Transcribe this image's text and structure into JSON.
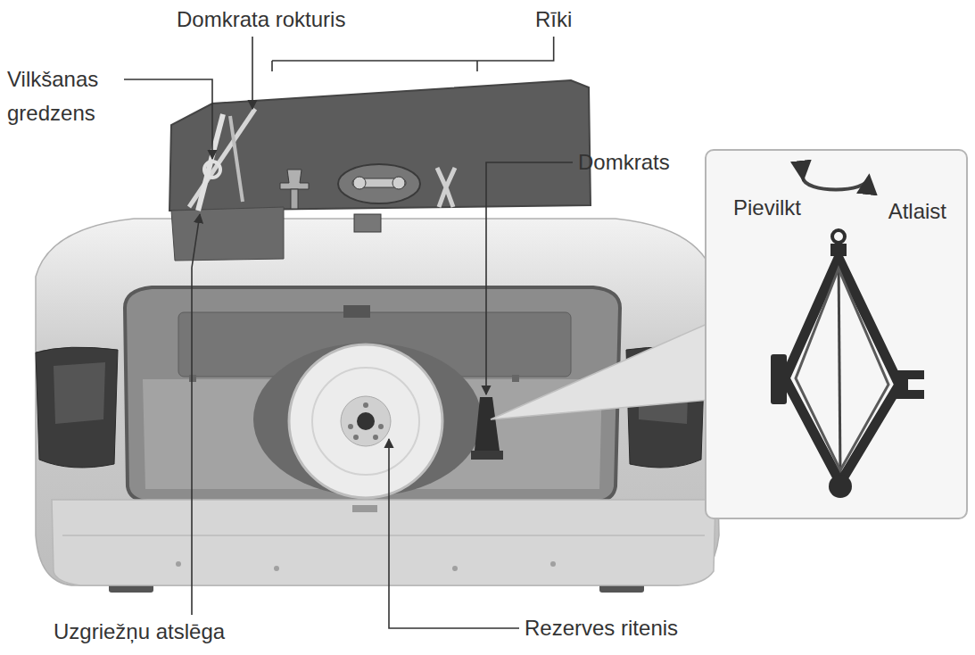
{
  "diagram": {
    "nodes": [
      {
        "text": [
          "Pievilkt",
          "Atlaist"
        ]
      }
    ],
    "labels": [
      "Domkrata rokturis",
      "Rīki",
      "Vilkšanas gredzens",
      "Domkrats",
      "Uzgriežņu atslēga",
      "Rezerves ritenis"
    ]
  }
}
